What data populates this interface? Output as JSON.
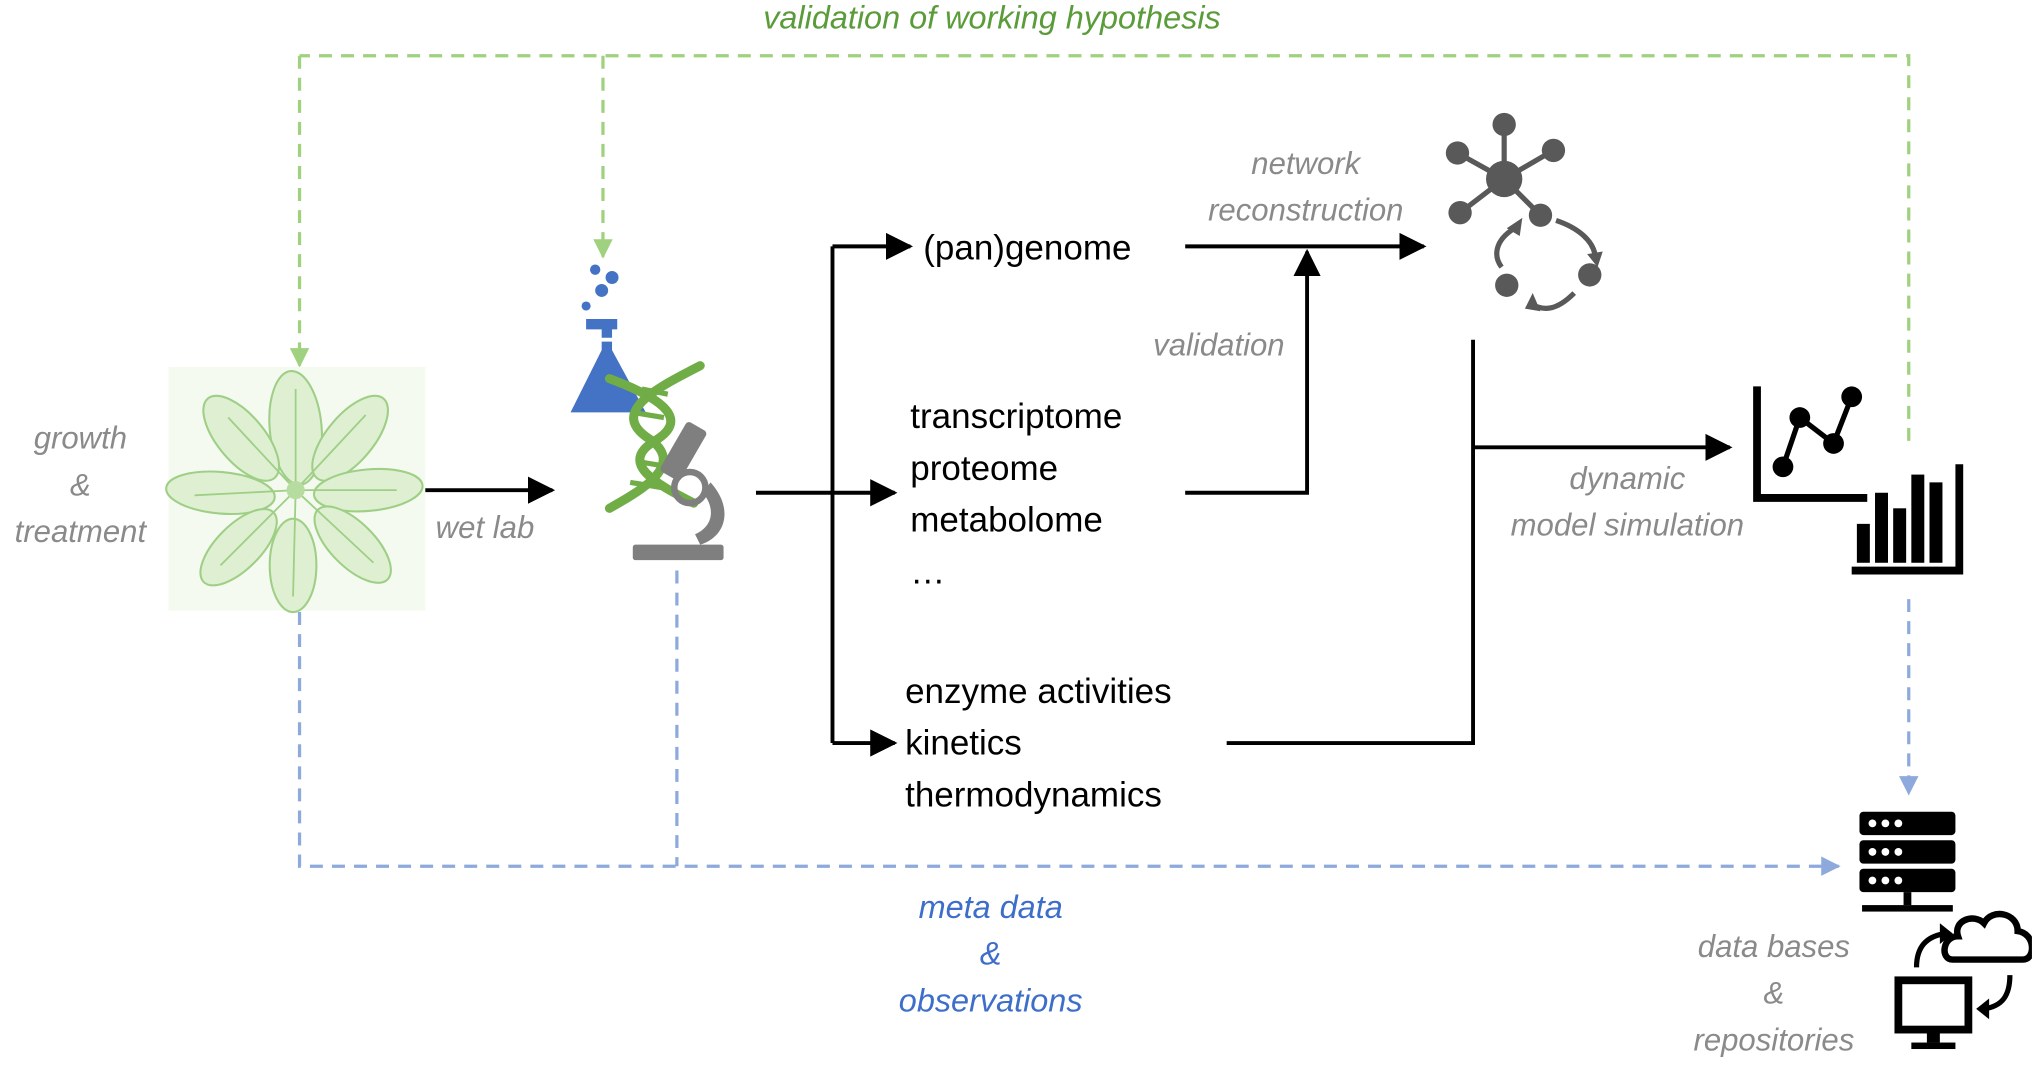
{
  "title": "validation of working hypothesis",
  "colors": {
    "green_arrow": "#9fd17e",
    "blue_arrow": "#8eaadc",
    "label_gray": "#8a8a8a",
    "title_green": "#5a9b3a",
    "meta_blue": "#3d6ec9",
    "flask_blue": "#4472c4",
    "dna_green": "#70ad47",
    "icon_gray": "#7f7f7f"
  },
  "labels": {
    "growth": [
      "growth",
      "&",
      "treatment"
    ],
    "wet_lab": "wet lab",
    "pangenome": "(pan)genome",
    "omics": [
      "transcriptome",
      "proteome",
      "metabolome",
      "…"
    ],
    "kinetics": [
      "enzyme activities",
      "kinetics",
      "thermodynamics"
    ],
    "network": [
      "network",
      "reconstruction"
    ],
    "validation": "validation",
    "dynamic": [
      "dynamic",
      "model simulation"
    ],
    "meta": [
      "meta data",
      "&",
      "observations"
    ],
    "databases": [
      "data bases",
      "&",
      "repositories"
    ]
  },
  "icons": {
    "plant": "plant-rosette-icon",
    "lab": "flask-dna-microscope-icon",
    "network": "network-graph-icon",
    "charts": "line-and-bar-chart-icon",
    "database": "server-cloud-computer-icon"
  }
}
